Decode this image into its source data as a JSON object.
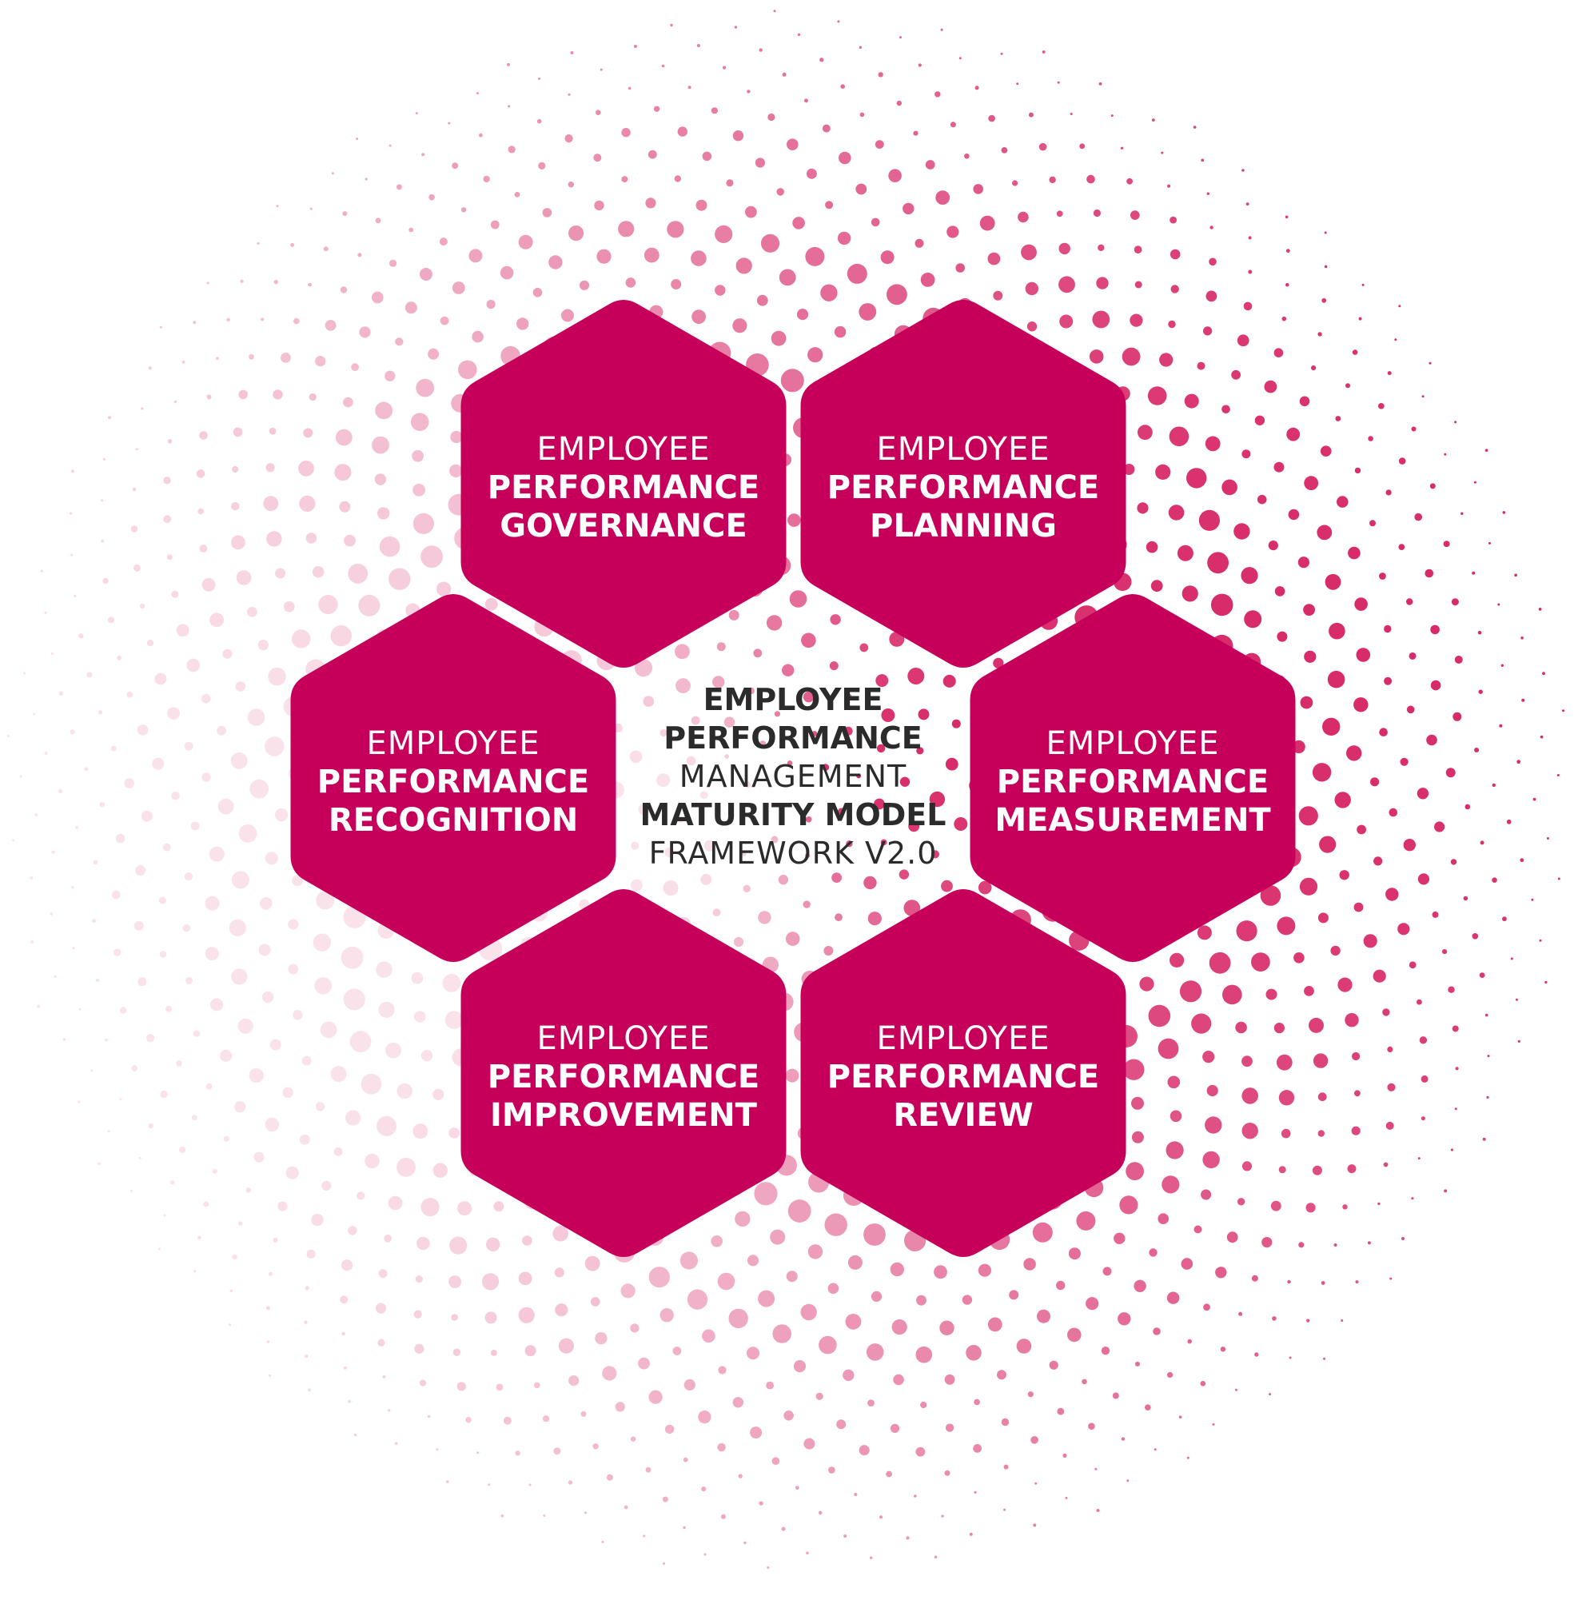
{
  "colors": {
    "hexagon_fill": "#c6005a",
    "dot_color": "#d4145a",
    "hex_text": "#ffffff",
    "center_text": "#2b2b2b",
    "background": "#ffffff"
  },
  "center": {
    "line1": "EMPLOYEE",
    "line2": "PERFORMANCE",
    "line3": "MANAGEMENT",
    "line4": "MATURITY MODEL",
    "line5": "FRAMEWORK V2.0"
  },
  "hexagons": [
    {
      "id": "governance",
      "line1": "EMPLOYEE",
      "line2": "PERFORMANCE",
      "line3": "GOVERNANCE"
    },
    {
      "id": "planning",
      "line1": "EMPLOYEE",
      "line2": "PERFORMANCE",
      "line3": "PLANNING"
    },
    {
      "id": "recognition",
      "line1": "EMPLOYEE",
      "line2": "PERFORMANCE",
      "line3": "RECOGNITION"
    },
    {
      "id": "measurement",
      "line1": "EMPLOYEE",
      "line2": "PERFORMANCE",
      "line3": "MEASUREMENT"
    },
    {
      "id": "improvement",
      "line1": "EMPLOYEE",
      "line2": "PERFORMANCE",
      "line3": "IMPROVEMENT"
    },
    {
      "id": "review",
      "line1": "EMPLOYEE",
      "line2": "PERFORMANCE",
      "line3": "REVIEW"
    }
  ]
}
